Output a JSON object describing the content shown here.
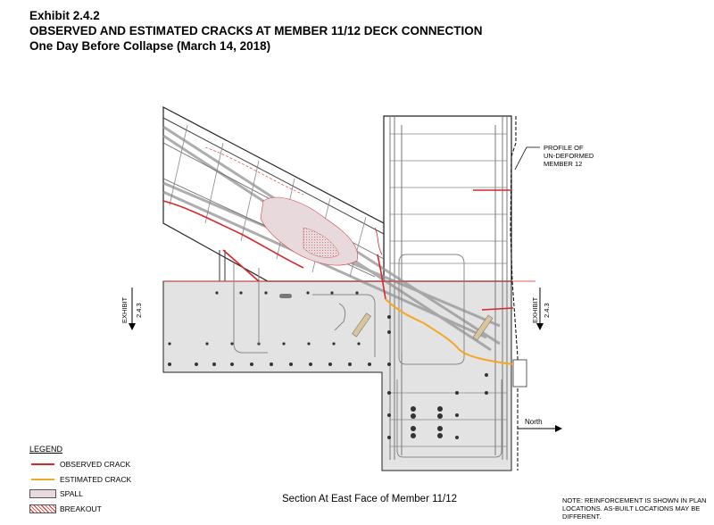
{
  "header": {
    "exhibit": "Exhibit 2.4.2",
    "title": "OBSERVED AND ESTIMATED CRACKS AT MEMBER 11/12 DECK CONNECTION",
    "subtitle": "One Day Before Collapse (March 14, 2018)"
  },
  "drawing": {
    "profile_label": [
      "PROFILE OF",
      "UN-DEFORMED",
      "MEMBER 12"
    ],
    "section_left": [
      "EXHIBIT",
      "2.4.3"
    ],
    "section_right": [
      "EXHIBIT",
      "2.4.3"
    ],
    "north_label": "North",
    "caption": "Section At East Face of Member 11/12"
  },
  "legend": {
    "title": "LEGEND",
    "items": [
      {
        "label": "OBSERVED CRACK",
        "type": "line",
        "color": "#d9262a"
      },
      {
        "label": "ESTIMATED CRACK",
        "type": "line",
        "color": "#f5a623"
      },
      {
        "label": "SPALL",
        "type": "box",
        "color": "#e8dadc"
      },
      {
        "label": "BREAKOUT",
        "type": "hatch",
        "color": "#d9262a"
      }
    ]
  },
  "note": "NOTE: REINFORCEMENT IS SHOWN IN PLAN LOCATIONS. AS-BUILT LOCATIONS MAY BE DIFFERENT.",
  "colors": {
    "observed_crack": "#d9262a",
    "estimated_crack": "#f5a623",
    "concrete_fill": "#e3e3e3",
    "spall_fill": "#e8dadc"
  }
}
